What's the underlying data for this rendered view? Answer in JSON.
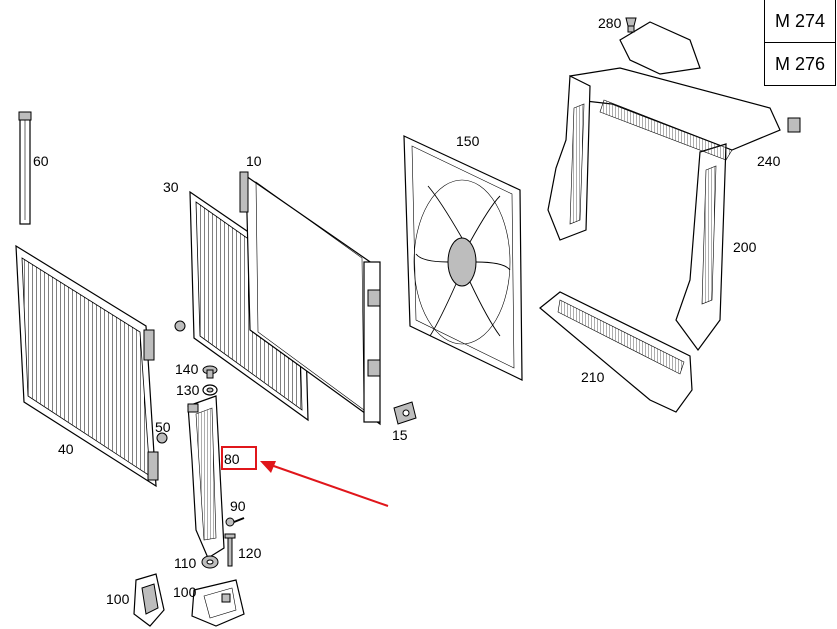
{
  "engine_codes": [
    "M 274",
    "M 276"
  ],
  "highlight_color": "#e0161b",
  "highlighted_part": "80",
  "callouts": {
    "p10": "10",
    "p15": "15",
    "p30": "30",
    "p40": "40",
    "p50": "50",
    "p60": "60",
    "p80": "80",
    "p90": "90",
    "p100a": "100",
    "p100b": "100",
    "p110": "110",
    "p120": "120",
    "p130": "130",
    "p140": "140",
    "p150": "150",
    "p200": "200",
    "p210": "210",
    "p240": "240",
    "p280": "280"
  }
}
